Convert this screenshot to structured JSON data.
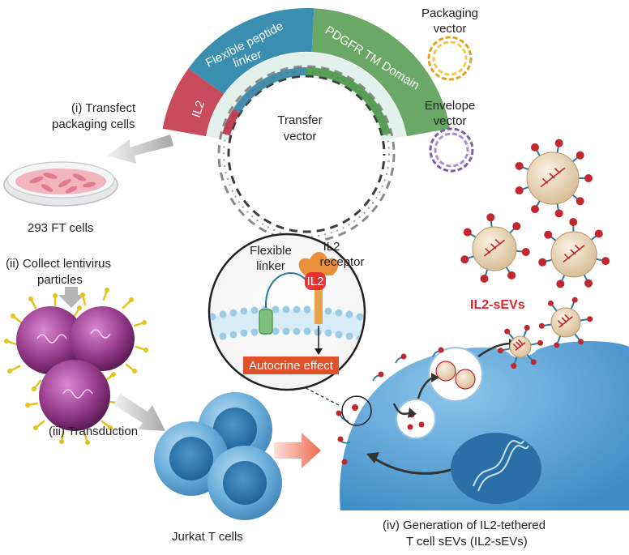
{
  "plasmid": {
    "segments": [
      "IL2",
      "Flexible peptide",
      "linker",
      "PDGFR TM Domain"
    ],
    "center": [
      "Transfer",
      "vector"
    ]
  },
  "side_vectors": {
    "packaging": [
      "Packaging",
      "vector"
    ],
    "envelope": [
      "Envelope",
      "vector"
    ]
  },
  "steps": {
    "step1": [
      "(i) Transfect",
      "packaging cells"
    ],
    "cells293": "293 FT cells",
    "step2": [
      "(ii) Collect lentivirus",
      "particles"
    ],
    "step3": "(iii) Transduction",
    "jurkat": "Jurkat T cells",
    "step4": [
      "(iv) Generation of IL2-tethered",
      "T cell sEVs (IL2-sEVs)"
    ]
  },
  "inset": {
    "linker": [
      "Flexible",
      "linker"
    ],
    "receptor": [
      "IL2",
      "receptor"
    ],
    "il2_tag": "IL2",
    "effect": "Autocrine effect"
  },
  "sev_label": "IL2-sEVs",
  "colors": {
    "il2_red": "#c94a5a",
    "linker_teal": "#3a8fb0",
    "pdgfr_green": "#6aa867",
    "cell_blue": "#4f9fd2",
    "virus_purple": "#9a3f8f",
    "accent_red": "#e2232a"
  }
}
